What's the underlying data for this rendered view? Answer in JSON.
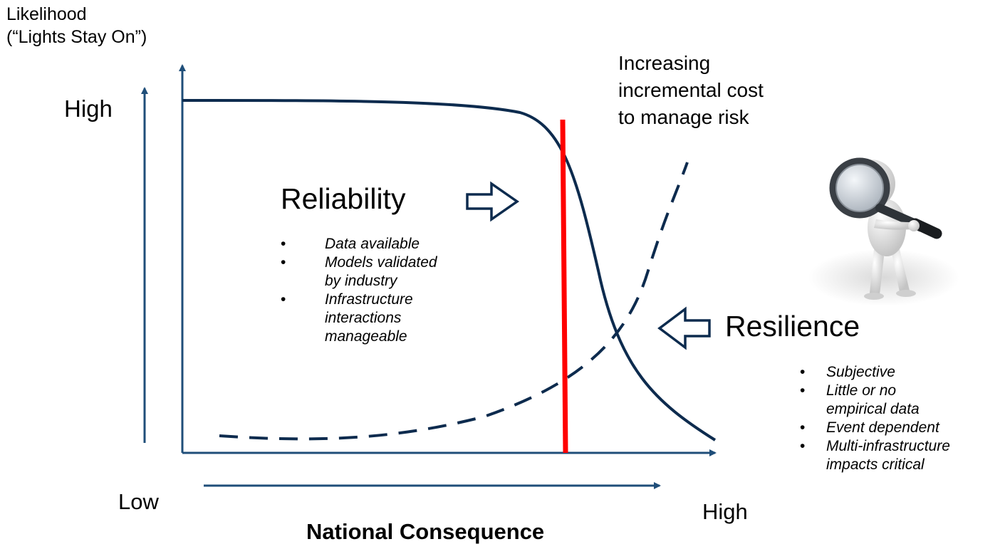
{
  "y_axis": {
    "label": [
      "Likelihood",
      "(“Lights Stay On”)"
    ],
    "high_label": "High"
  },
  "x_axis": {
    "label": "National Consequence",
    "low_label": "Low",
    "high_label": "High"
  },
  "cost_note": [
    "Increasing",
    "incremental cost",
    "to manage risk"
  ],
  "reliability": {
    "title": "Reliability",
    "bullets": [
      "Data available",
      "Models validated\nby industry",
      "Infrastructure\ninteractions\nmanageable"
    ]
  },
  "resilience": {
    "title": "Resilience",
    "bullets": [
      "Subjective",
      "Little or no\nempirical data",
      "Event dependent",
      "Multi-infrastructure\nimpacts critical"
    ]
  },
  "icons": {
    "figure": "person-with-magnifying-glass-icon"
  },
  "colors": {
    "axis": "#1f4e79",
    "curve": "#0d2b4e",
    "threshold": "#ff0000"
  }
}
